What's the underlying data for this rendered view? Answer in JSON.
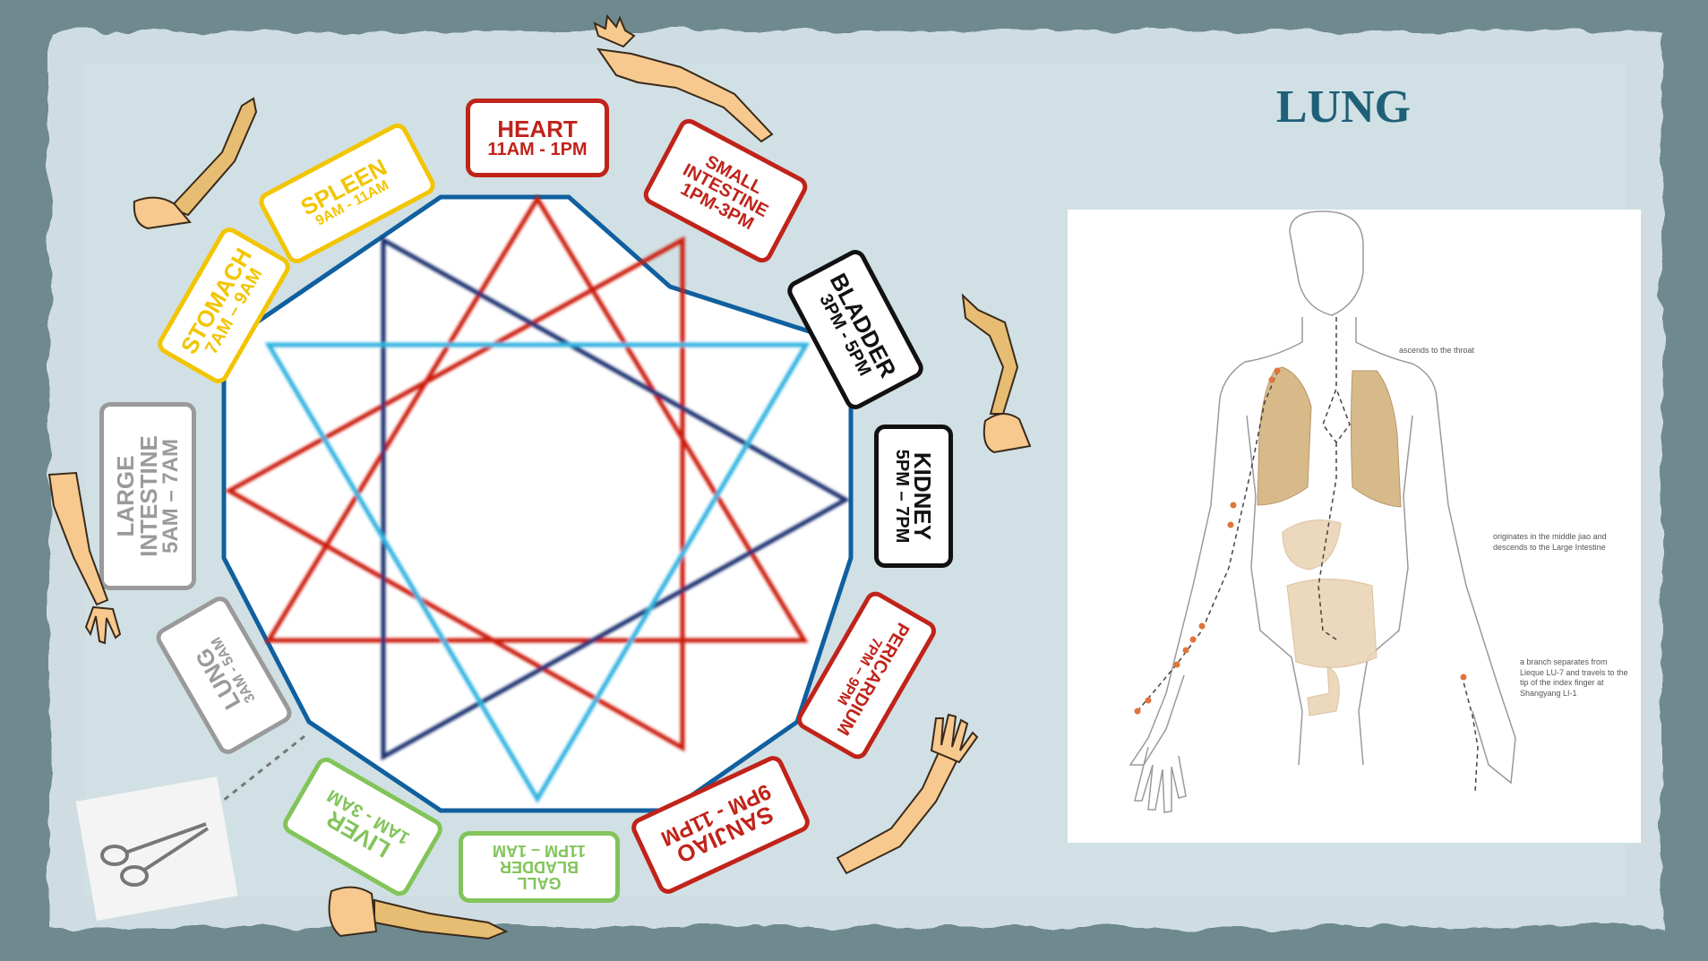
{
  "slide": {
    "title": "LUNG",
    "colors": {
      "frame": "#6f8a8f",
      "parchment": "#cfdde2",
      "polygon_edge": "#1060a0",
      "star_red": "#cc1f10",
      "star_navy": "#1c3070",
      "star_cyan": "#31b2e0",
      "title": "#1e6078"
    }
  },
  "clock": {
    "organs": [
      {
        "name": "HEART",
        "time": "11AM - 1PM",
        "color": "#c0231a"
      },
      {
        "name": "SMALL INTESTINE",
        "time": "1PM-3PM",
        "color": "#c0231a"
      },
      {
        "name": "BLADDER",
        "time": "3PM - 5PM",
        "color": "#111111"
      },
      {
        "name": "KIDNEY",
        "time": "5PM – 7PM",
        "color": "#111111"
      },
      {
        "name": "PERICARDIUM",
        "time": "7PM – 9PM",
        "color": "#c0231a"
      },
      {
        "name": "SANJIAO",
        "time": "9PM - 11PM",
        "color": "#c0231a"
      },
      {
        "name": "GALL BLADDER",
        "time": "11PM – 1AM",
        "color": "#82c45a"
      },
      {
        "name": "LIVER",
        "time": "1AM - 3AM",
        "color": "#82c45a"
      },
      {
        "name": "LUNG",
        "time": "3AM - 5AM",
        "color": "#9a9a9a"
      },
      {
        "name": "LARGE INTESTINE",
        "time": "5AM – 7AM",
        "color": "#9a9a9a"
      },
      {
        "name": "STOMACH",
        "time": "7AM – 9AM",
        "color": "#f2c500"
      },
      {
        "name": "SPLEEN",
        "time": "9AM - 11AM",
        "color": "#f2c500"
      }
    ]
  },
  "meridian_figure": {
    "annotations": [
      "ascends to the throat",
      "originates in the middle jiao and descends to the Large Intestine",
      "a branch separates from Lieque LU-7 and travels to the tip of the index finger at Shangyang LI-1"
    ]
  },
  "icons": [
    "arm-hand-icon",
    "leg-foot-icon",
    "scissors-icon"
  ]
}
